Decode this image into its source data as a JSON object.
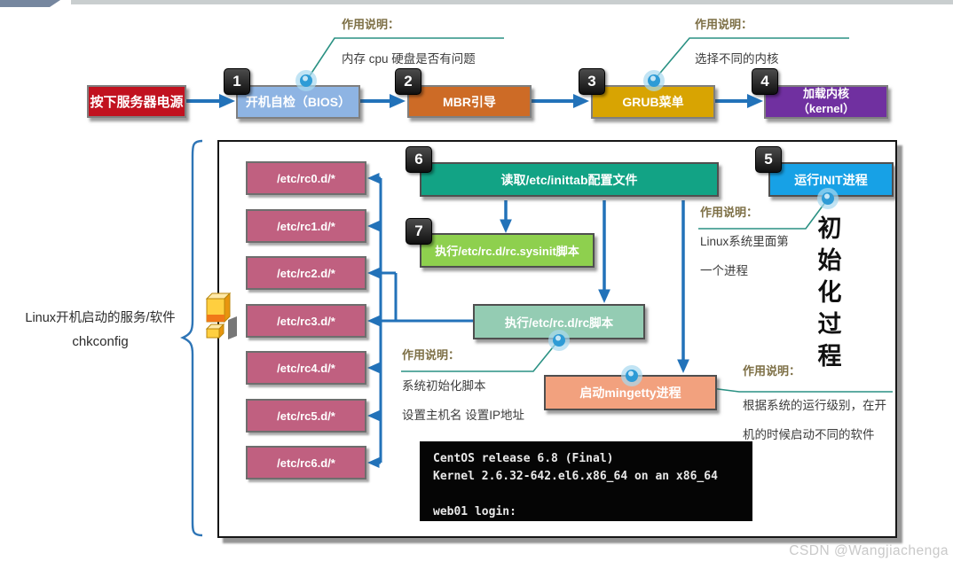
{
  "top_flow": {
    "steps": [
      {
        "num": "",
        "label": "按下服务器电源",
        "color": "#c1121f"
      },
      {
        "num": "1",
        "label": "开机自检（BIOS）",
        "color": "#8eb4e3"
      },
      {
        "num": "2",
        "label": "MBR引导",
        "color": "#cd6b26"
      },
      {
        "num": "3",
        "label": "GRUB菜单",
        "color": "#d8a402"
      },
      {
        "num": "4",
        "label": "加载内核",
        "sublabel": "（kernel）",
        "color": "#7030a0"
      }
    ]
  },
  "annotations": {
    "bios": {
      "title": "作用说明：",
      "body": "内存 cpu 硬盘是否有问题"
    },
    "grub": {
      "title": "作用说明：",
      "body": "选择不同的内核"
    },
    "init": {
      "title": "作用说明：",
      "line1": "Linux系统里面第",
      "line2": "一个进程"
    },
    "rc_script": {
      "title": "作用说明：",
      "line1": "系统初始化脚本",
      "line2": "设置主机名 设置IP地址"
    },
    "mingetty": {
      "title": "作用说明：",
      "line1": "根据系统的运行级别，在开",
      "line2": "机的时候启动不同的软件"
    }
  },
  "left_caption": {
    "line1": "Linux开机启动的服务/软件",
    "line2": "chkconfig"
  },
  "rc_levels": [
    "/etc/rc0.d/*",
    "/etc/rc1.d/*",
    "/etc/rc2.d/*",
    "/etc/rc3.d/*",
    "/etc/rc4.d/*",
    "/etc/rc5.d/*",
    "/etc/rc6.d/*"
  ],
  "inner_flow": {
    "init": {
      "num": "5",
      "label": "运行INIT进程",
      "color": "#17a1e6"
    },
    "inittab": {
      "num": "6",
      "label": "读取/etc/inittab配置文件",
      "color": "#12a385"
    },
    "sysinit": {
      "num": "7",
      "label": "执行/etc/rc.d/rc.sysinit脚本",
      "color": "#8ed04e"
    },
    "rc_script": {
      "label": "执行/etc/rc.d/rc脚本",
      "color": "#94ccb3"
    },
    "mingetty": {
      "label": "启动mingetty进程",
      "color": "#f2a17e"
    }
  },
  "vertical_title": {
    "chars": [
      "初",
      "始",
      "化",
      "过",
      "程"
    ]
  },
  "terminal": {
    "lines": [
      "CentOS release 6.8 (Final)",
      "Kernel 2.6.32-642.el6.x86_64 on an x86_64",
      "web01 login:"
    ]
  },
  "watermark": "CSDN @Wangjiachenga",
  "colors": {
    "arrow": "#2272b9",
    "annotation_line": "#2a9183",
    "annotation_title": "#7d6f45",
    "brace": "#2e75b6",
    "rc_box": "#c06080",
    "terminal_bg": "#050505"
  }
}
